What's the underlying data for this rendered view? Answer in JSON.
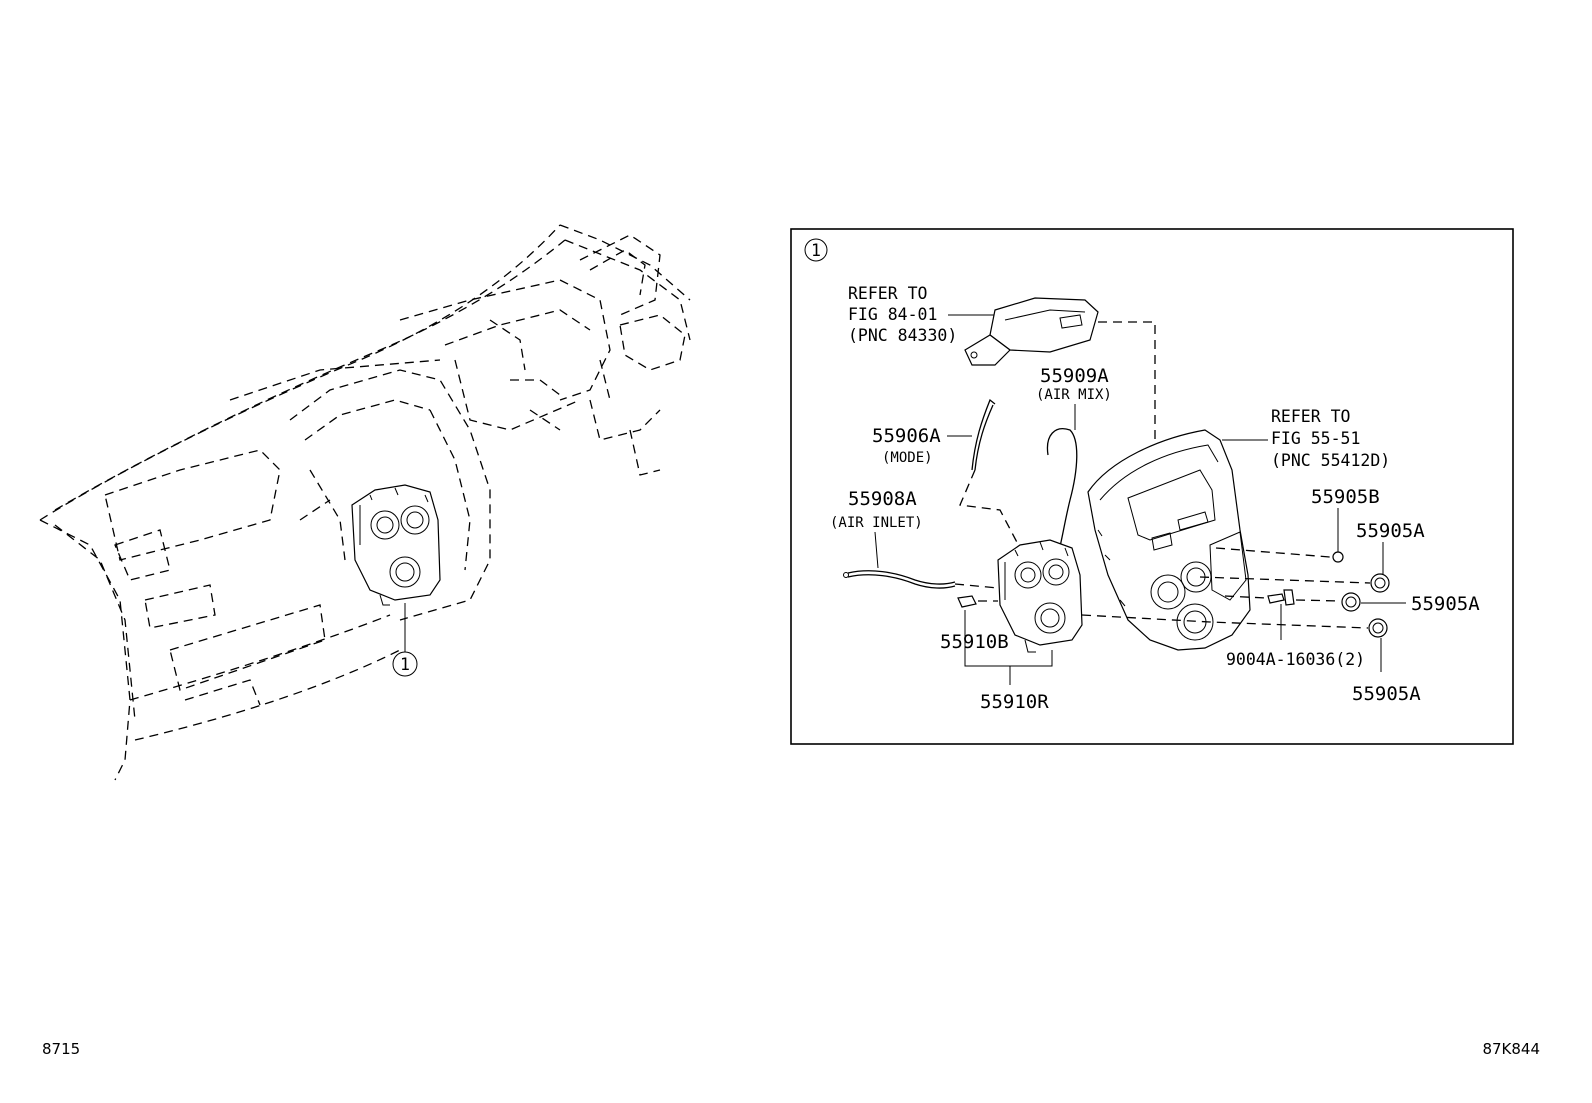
{
  "callout_symbol": "1",
  "labels": {
    "refer_a": {
      "line1": "REFER TO",
      "line2": "FIG 84-01",
      "line3": "(PNC 84330)"
    },
    "refer_b": {
      "line1": "REFER TO",
      "line2": "FIG 55-51",
      "line3": "(PNC 55412D)"
    },
    "p55909A": "55909A",
    "p55909A_sub": "(AIR MIX)",
    "p55906A": "55906A",
    "p55906A_sub": "(MODE)",
    "p55908A": "55908A",
    "p55908A_sub": "(AIR INLET)",
    "p55905B": "55905B",
    "p55905A_1": "55905A",
    "p55905A_2": "55905A",
    "p55905A_3": "55905A",
    "p9004A": "9004A-16036(2)",
    "p55910B": "55910B",
    "p55910R": "55910R"
  },
  "footer": {
    "left": "8715",
    "right": "87K844"
  },
  "icons": [
    "circled-number-one"
  ]
}
